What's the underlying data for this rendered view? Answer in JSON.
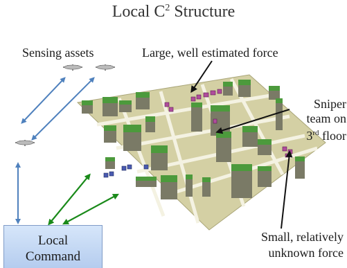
{
  "title": {
    "main": "Local C",
    "sup": "2",
    "rest": " Structure"
  },
  "labels": {
    "sensing": "Sensing assets",
    "large_force": "Large, well estimated force",
    "sniper_line1": "Sniper",
    "sniper_line2": "team on",
    "sniper_line3_num": "3",
    "sniper_line3_sup": "rd",
    "sniper_line3_rest": " floor",
    "small_line1": "Small, relatively",
    "small_line2": "unknown force"
  },
  "command": {
    "line1": "Local",
    "line2": "Command"
  },
  "colors": {
    "sensor_link": "#4f81bd",
    "command_link": "#1a8a1a",
    "ground": "#d4d0a4",
    "building_roof": "#4c9a3c",
    "building_wall": "#7a7a66",
    "hostile": "#b04c9c",
    "friendly": "#4a5ab0"
  },
  "icons": [
    "uav-icon",
    "uav-icon",
    "uav-icon"
  ]
}
